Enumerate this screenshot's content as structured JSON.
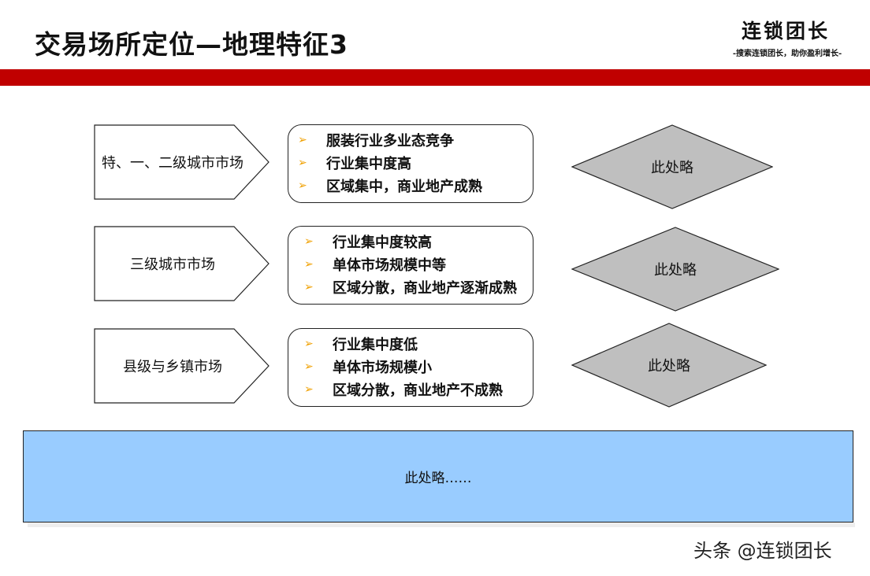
{
  "header": {
    "title": "交易场所定位—地理特征3",
    "brand_name": "连锁团长",
    "brand_slogan": "-搜索连锁团长，助你盈利增长-"
  },
  "rows": [
    {
      "market": "特、一、二级城市市场",
      "features": [
        "服装行业多业态竞争",
        "行业集中度高",
        "区域集中，商业地产成熟"
      ],
      "note": "此处略"
    },
    {
      "market": "三级城市市场",
      "features": [
        "行业集中度较高",
        "单体市场规模中等",
        "区域分散，商业地产逐渐成熟"
      ],
      "note": "此处略"
    },
    {
      "market": "县级与乡镇市场",
      "features": [
        "行业集中度低",
        "单体市场规模小",
        "区域分散，商业地产不成熟"
      ],
      "note": "此处略"
    }
  ],
  "summary": {
    "text": "此处略……"
  },
  "watermark": "头条 @连锁团长",
  "colors": {
    "red_bar": "#c00000",
    "bullet": "#f0a000",
    "diamond_fill": "#bfbfbf",
    "panel_fill": "#99ccff"
  },
  "icons": {
    "bullet": "arrowhead-bullet-icon"
  }
}
